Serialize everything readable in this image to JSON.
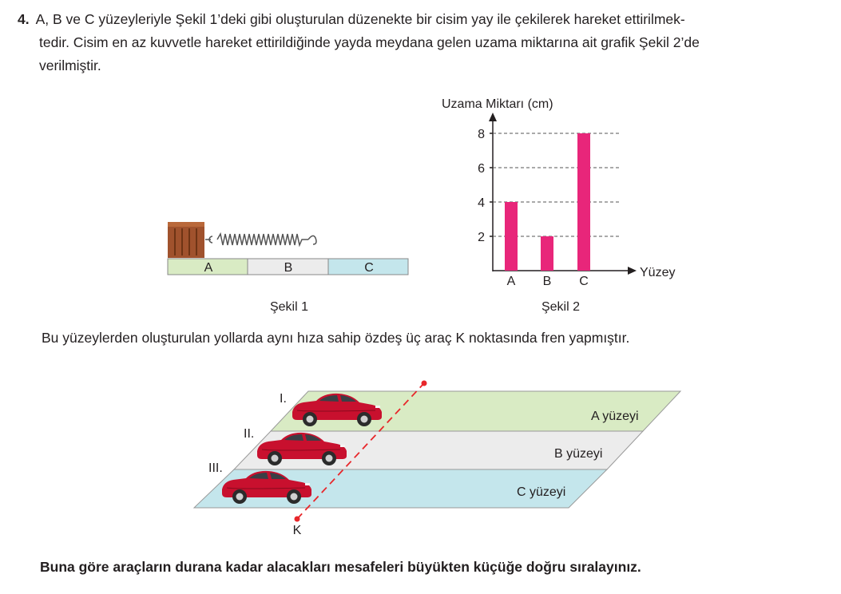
{
  "question": {
    "number": "4.",
    "line1": "A, B ve C yüzeyleriyle Şekil 1’deki gibi oluşturulan düzenekte bir cisim yay ile çekilerek hareket ettirilmek-",
    "line2": "tedir. Cisim en az kuvvetle hareket ettirildiğinde yayda meydana gelen uzama miktarına ait grafik Şekil 2’de",
    "line3": "verilmiştir."
  },
  "figure1": {
    "caption": "Şekil 1",
    "surfaces": [
      "A",
      "B",
      "C"
    ],
    "colors": {
      "A": "#d9ebc4",
      "B": "#ececec",
      "C": "#c4e6ec",
      "box": "#a0522d"
    }
  },
  "figure2": {
    "caption": "Şekil 2",
    "ylabel": "Uzama Miktarı (cm)",
    "xlabel": "Yüzey"
  },
  "chart_data": {
    "type": "bar",
    "categories": [
      "A",
      "B",
      "C"
    ],
    "values": [
      4,
      2,
      8
    ],
    "yticks": [
      2,
      4,
      6,
      8
    ],
    "ylim": [
      0,
      9
    ],
    "title": "",
    "xlabel": "Yüzey",
    "ylabel": "Uzama Miktarı (cm)",
    "grid": "dashed lines at tick values",
    "bar_color": "#e8267a"
  },
  "middle_text": "Bu yüzeylerden oluşturulan yollarda aynı hıza sahip özdeş üç araç K noktasında fren yapmıştır.",
  "figure3": {
    "lanes": [
      {
        "roman": "I.",
        "label": "A yüzeyi"
      },
      {
        "roman": "II.",
        "label": "B yüzeyi"
      },
      {
        "roman": "III.",
        "label": "C yüzeyi"
      }
    ],
    "point_label": "K",
    "colors": {
      "A": "#d9ebc4",
      "B": "#ececec",
      "C": "#c4e6ec",
      "car": "#c8102e",
      "line": "#e8262a"
    }
  },
  "final_text": "Buna göre araçların durana kadar alacakları mesafeleri büyükten küçüğe doğru sıralayınız."
}
